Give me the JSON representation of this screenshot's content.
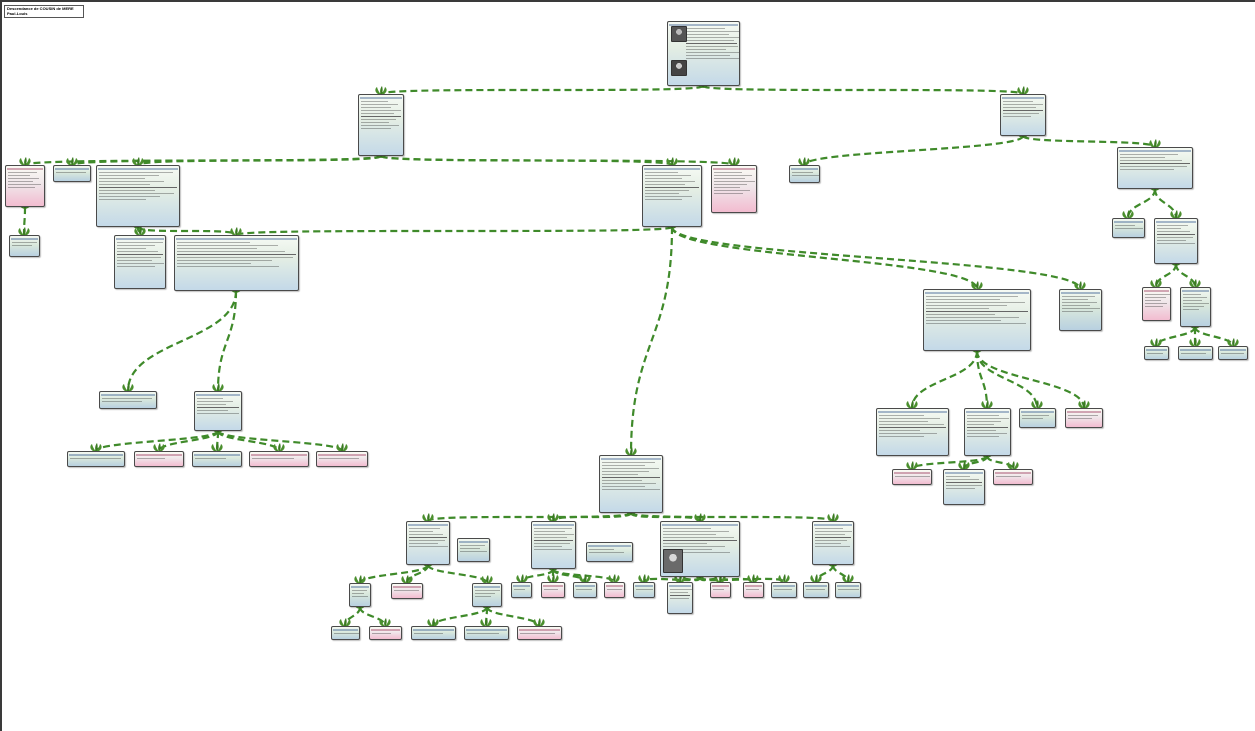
{
  "header": {
    "title_line1": "Descendance de COUSIN de MERE",
    "title_line2": "Paul-Louis"
  },
  "colors": {
    "link": "#3f8a2a",
    "male_box": "#b8d0e0",
    "female_box": "#f2bcd0",
    "border": "#4a4a4a",
    "topbar": "#3a3a3a"
  },
  "icons": {
    "connector": "leaf-knot-icon",
    "portrait": "portrait-photo-icon"
  },
  "labels": {
    "marriage": "(Mariage)"
  }
}
